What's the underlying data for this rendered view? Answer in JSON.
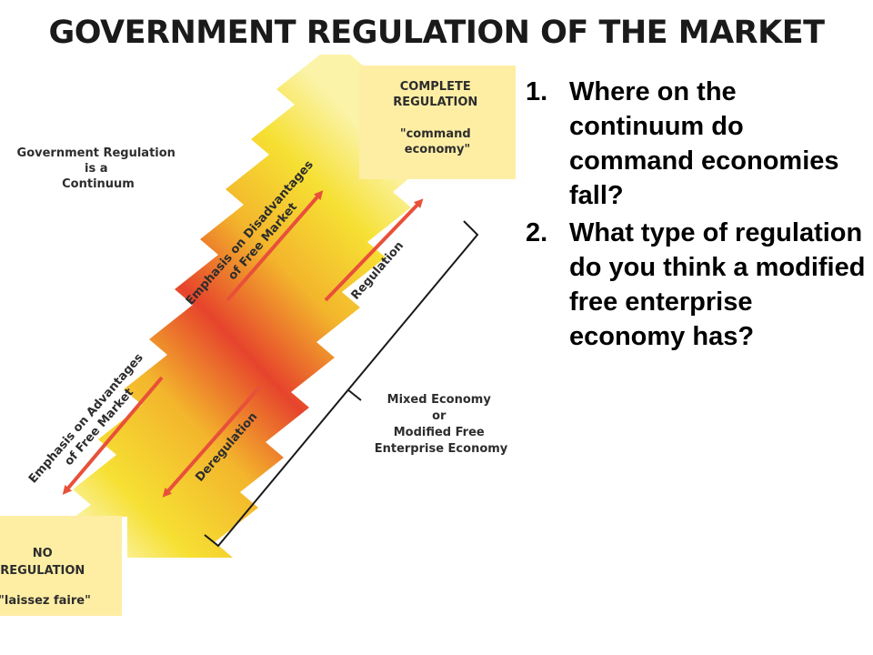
{
  "slide": {
    "title": "GOVERNMENT REGULATION OF THE MARKET"
  },
  "diagram": {
    "continuum_label": [
      "Government Regulation",
      "is a",
      "Continuum"
    ],
    "complete_regulation": [
      "COMPLETE",
      "REGULATION",
      "\"command",
      "economy\""
    ],
    "no_regulation": [
      "NO",
      "REGULATION",
      "\"laissez faire\""
    ],
    "disadvantages_label": [
      "Emphasis on Disadvantages",
      "of Free Market"
    ],
    "advantages_label": [
      "Emphasis on Advantages",
      "of Free Market"
    ],
    "regulation_label": "Regulation",
    "deregulation_label": "Deregulation",
    "mixed_economy_label": [
      "Mixed Economy",
      "or",
      "Modified Free",
      "Enterprise Economy"
    ],
    "colors": {
      "box_fill": "#fdeea4",
      "arrow_red": "#e8503a",
      "band_yellow": "#f6e033",
      "band_orange": "#f0a02a",
      "band_red": "#e6442c"
    }
  },
  "questions": [
    {
      "number": "1.",
      "text": "Where on the continuum do command economies fall?"
    },
    {
      "number": "2.",
      "text": "What type of regulation do you think a modified free enterprise economy has?"
    }
  ]
}
